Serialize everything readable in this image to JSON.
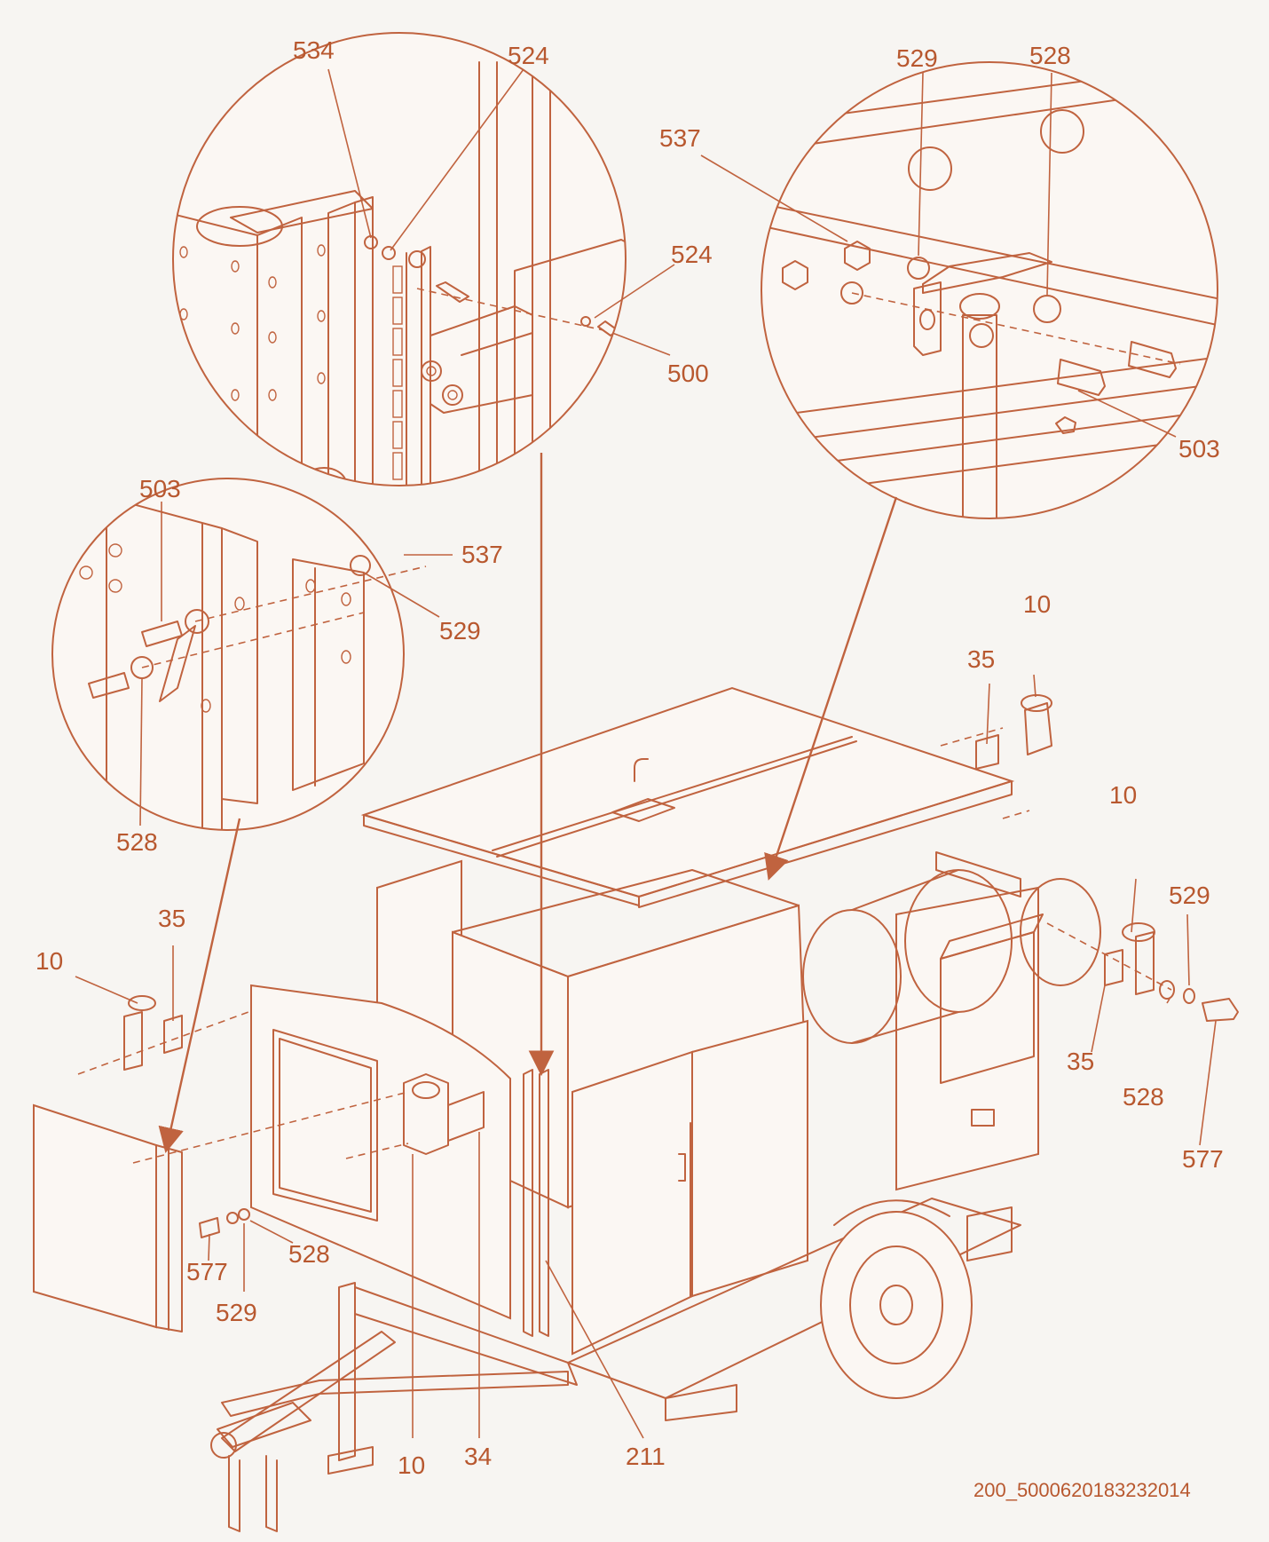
{
  "callouts": {
    "c534": "534",
    "c524_top": "524",
    "c524_mid": "524",
    "c500": "500",
    "c529_tr": "529",
    "c528_tr": "528",
    "c537_tr": "537",
    "c503_tr": "503",
    "c503_l": "503",
    "c537_l": "537",
    "c529_l": "529",
    "c528_l": "528",
    "c10_a": "10",
    "c35_a": "35",
    "c10_b": "10",
    "c35_b": "35",
    "c529_r": "529",
    "c528_r": "528",
    "c577_r": "577",
    "c10_c": "10",
    "c35_c": "35",
    "c577_l": "577",
    "c529_bl": "529",
    "c528_bl": "528",
    "c10_bottom": "10",
    "c34": "34",
    "c211": "211"
  },
  "document_id": "200_5000620183232014",
  "colors": {
    "line": "#c0633f",
    "text": "#b8582f",
    "background": "#f7f5f2"
  }
}
